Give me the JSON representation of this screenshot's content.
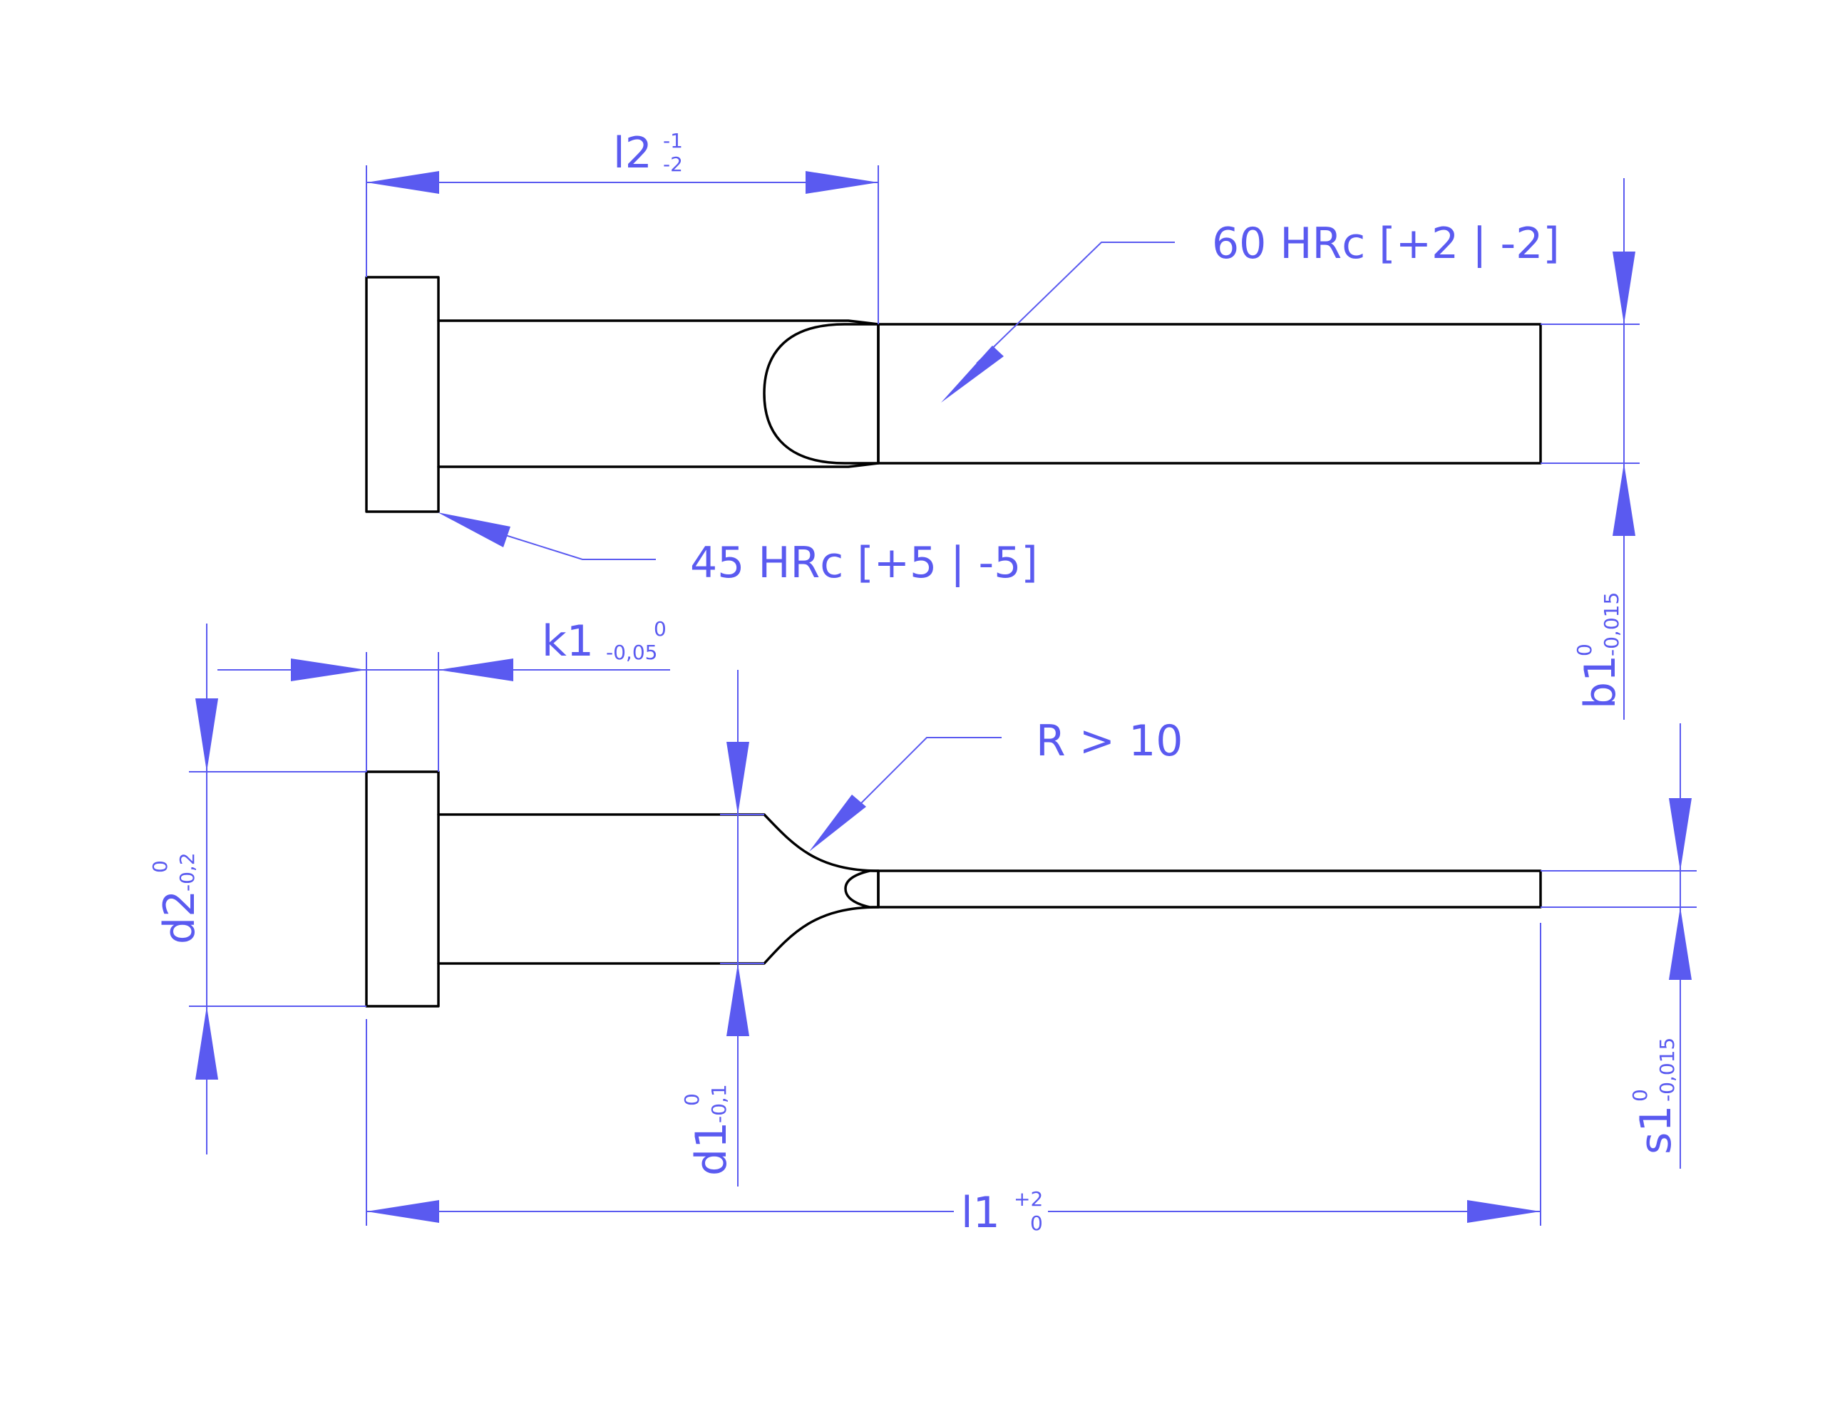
{
  "colors": {
    "part_outline": "#000000",
    "dimension": "#5a5af0",
    "background": "#ffffff"
  },
  "dimensions": {
    "l2": {
      "name": "l2",
      "upper": "-1",
      "lower": "-2"
    },
    "l1": {
      "name": "l1",
      "upper": "+2",
      "lower": "0"
    },
    "k1": {
      "name": "k1",
      "upper": "0",
      "lower": "-0,05"
    },
    "d2": {
      "name": "d2",
      "upper": "0",
      "lower": "-0,2"
    },
    "d1": {
      "name": "d1",
      "upper": "0",
      "lower": "-0,1"
    },
    "b1": {
      "name": "b1",
      "upper": "0",
      "lower": "-0,015"
    },
    "s1": {
      "name": "s1",
      "upper": "0",
      "lower": "-0,015"
    }
  },
  "callouts": {
    "hardness_tip": "60 HRc [+2 | -2]",
    "hardness_head": "45 HRc [+5 | -5]",
    "radius": "R > 10"
  }
}
